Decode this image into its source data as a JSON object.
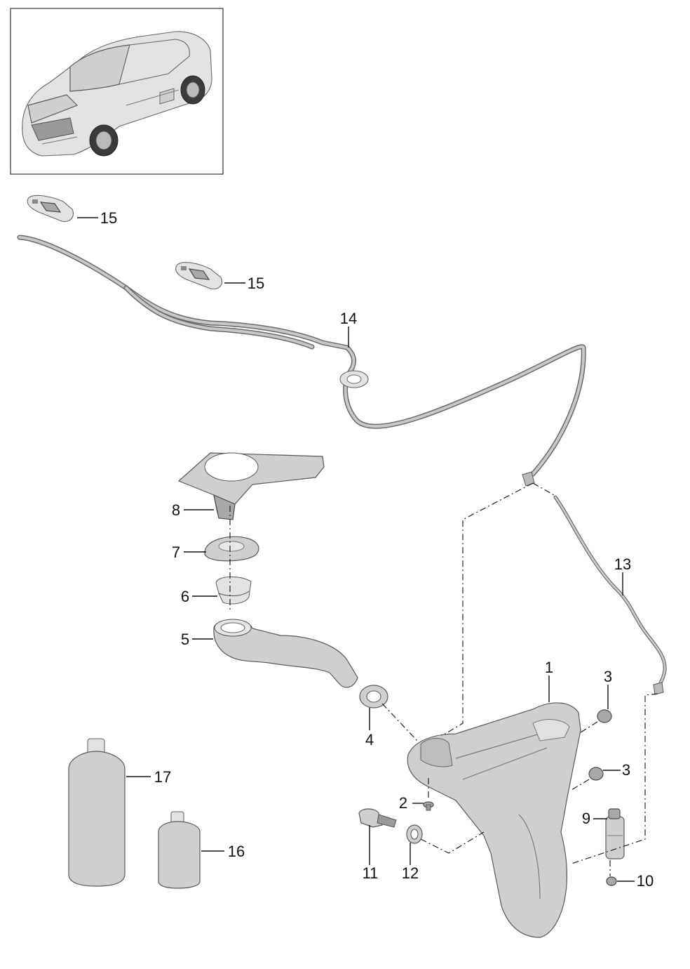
{
  "callouts": [
    {
      "id": "c1",
      "label": "1"
    },
    {
      "id": "c2",
      "label": "2"
    },
    {
      "id": "c3a",
      "label": "3"
    },
    {
      "id": "c3b",
      "label": "3"
    },
    {
      "id": "c4",
      "label": "4"
    },
    {
      "id": "c5",
      "label": "5"
    },
    {
      "id": "c6",
      "label": "6"
    },
    {
      "id": "c7",
      "label": "7"
    },
    {
      "id": "c8",
      "label": "8"
    },
    {
      "id": "c9",
      "label": "9"
    },
    {
      "id": "c10",
      "label": "10"
    },
    {
      "id": "c11",
      "label": "11"
    },
    {
      "id": "c12",
      "label": "12"
    },
    {
      "id": "c13",
      "label": "13"
    },
    {
      "id": "c14",
      "label": "14"
    },
    {
      "id": "c15a",
      "label": "15"
    },
    {
      "id": "c15b",
      "label": "15"
    },
    {
      "id": "c16",
      "label": "16"
    },
    {
      "id": "c17",
      "label": "17"
    }
  ],
  "colors": {
    "line": "#111111",
    "part_fill": "#cfcfcf",
    "part_outline": "#5a5a5a",
    "background": "#ffffff"
  }
}
